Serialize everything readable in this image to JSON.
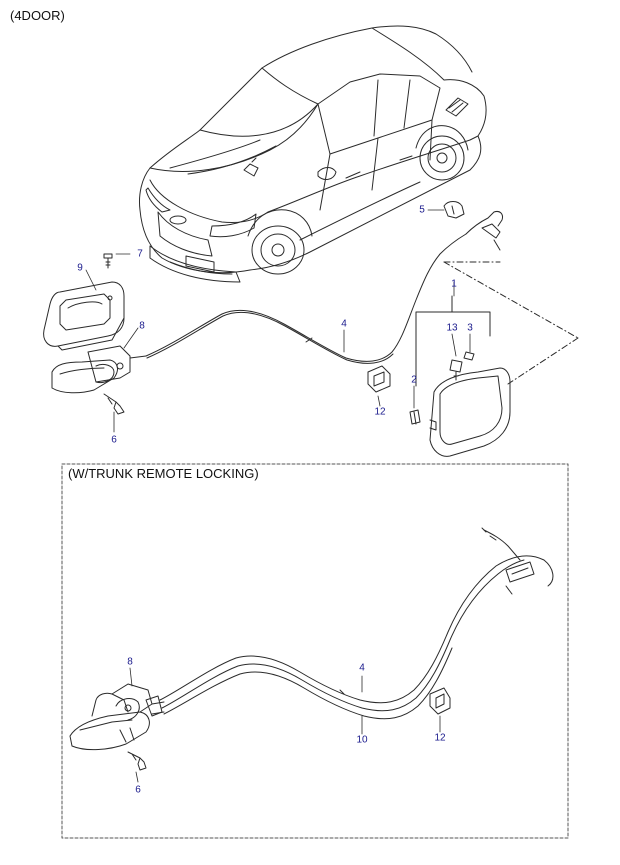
{
  "diagram": {
    "title_top": "(4DOOR)",
    "title_bottom": "(W/TRUNK REMOTE LOCKING)",
    "callouts_top": [
      "9",
      "7",
      "8",
      "6",
      "4",
      "5",
      "1",
      "13",
      "3",
      "2",
      "12"
    ],
    "callouts_bottom": [
      "8",
      "4",
      "10",
      "12",
      "6"
    ]
  },
  "colors": {
    "line": "#2b2b2b",
    "callout_text": "#1a1a8c",
    "frame": "#555555"
  }
}
